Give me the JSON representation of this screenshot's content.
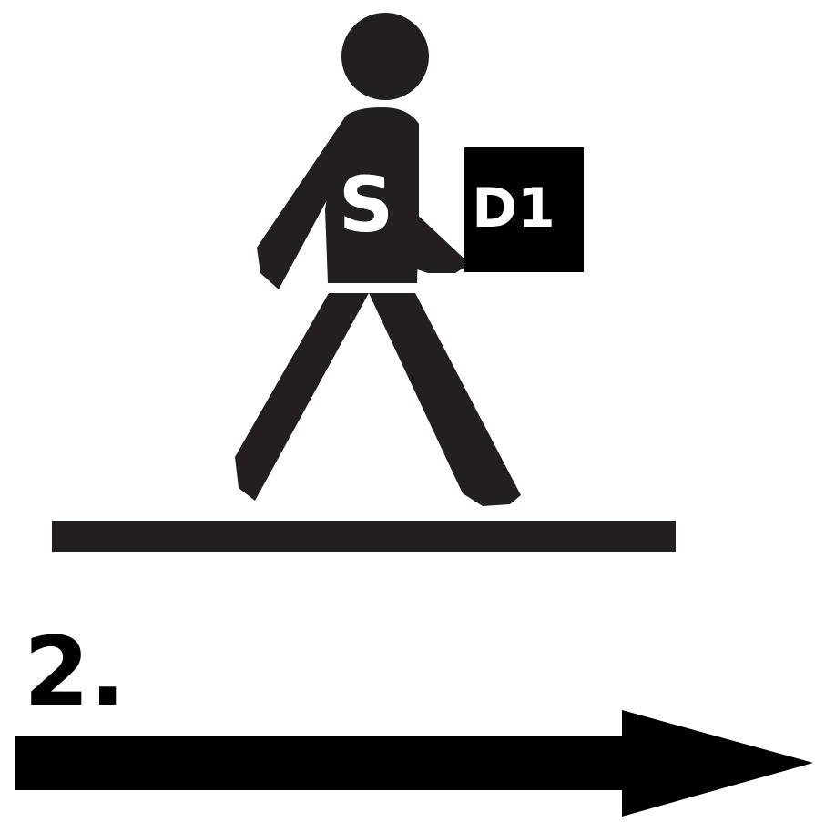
{
  "figure": {
    "person_label": "S",
    "device_label": "D1",
    "step_number": "2."
  },
  "colors": {
    "background": "#ffffff",
    "figure_fill": "#231f20",
    "device_fill": "#000000",
    "label_text_on_dark": "#ffffff",
    "arrow_fill": "#000000",
    "step_text": "#000000"
  },
  "icons": {
    "person": "walking-person-icon",
    "ground": "ground-line",
    "direction": "right-arrow-icon"
  }
}
